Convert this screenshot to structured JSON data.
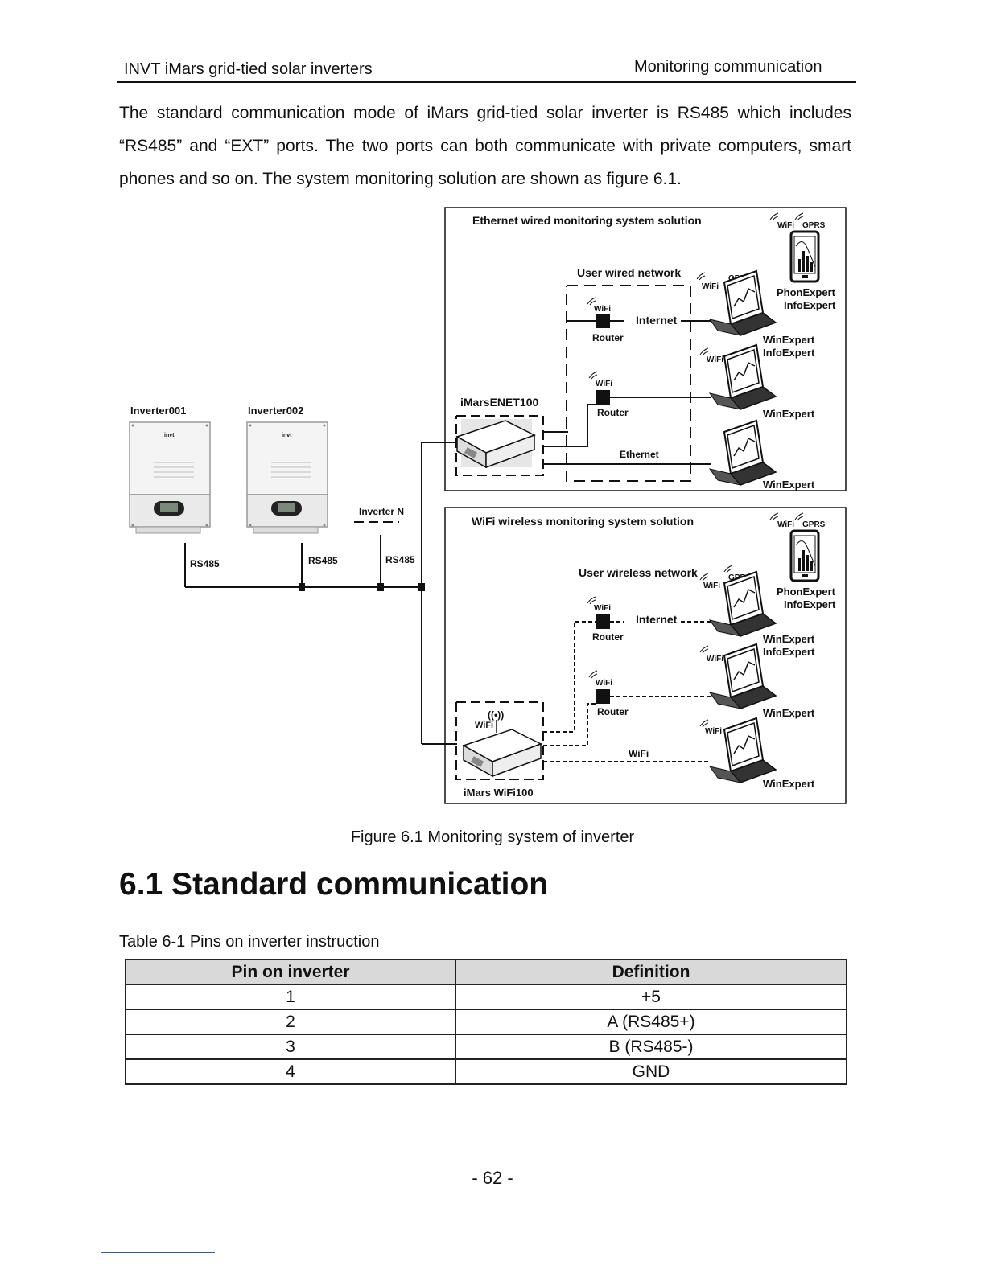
{
  "header": {
    "left": "INVT iMars  grid-tied solar inverters",
    "right": "Monitoring communication"
  },
  "intro": "The standard communication mode of iMars grid-tied solar inverter is RS485 which includes “RS485” and “EXT” ports. The two ports can both communicate with private computers, smart phones and so on. The system monitoring solution are shown as figure 6.1.",
  "figure": {
    "inverters": {
      "inv1": "Inverter001",
      "inv2": "Inverter002",
      "invN": "Inverter N",
      "brand": "invt",
      "rs485": "RS485"
    },
    "wired": {
      "title": "Ethernet wired monitoring system solution",
      "network": "User wired network",
      "internet": "Internet",
      "router": "Router",
      "device": "iMarsENET100",
      "ethernet": "Ethernet",
      "wifi": "WiFi",
      "gprs": "GPRS",
      "phone_app1": "PhonExpert",
      "phone_app2": "InfoExpert",
      "pc1_app1": "WinExpert",
      "pc1_app2": "InfoExpert",
      "pc2_app": "WinExpert",
      "pc3_app": "WinExpert"
    },
    "wireless": {
      "title": "WiFi wireless monitoring system solution",
      "network": "User wireless network",
      "internet": "Internet",
      "router": "Router",
      "device": "iMars WiFi100",
      "wifi": "WiFi",
      "gprs": "GPRS",
      "phone_app1": "PhonExpert",
      "phone_app2": "InfoExpert",
      "pc1_app1": "WinExpert",
      "pc1_app2": "InfoExpert",
      "pc2_app": "WinExpert",
      "pc3_app": "WinExpert"
    },
    "caption": "Figure 6.1 Monitoring system of inverter"
  },
  "section": {
    "heading": "6.1 Standard communication",
    "table_caption": "Table 6-1 Pins on inverter instruction",
    "table": {
      "headers": [
        "Pin on inverter",
        "Definition"
      ],
      "rows": [
        [
          "1",
          "+5"
        ],
        [
          "2",
          "A (RS485+)"
        ],
        [
          "3",
          "B (RS485-)"
        ],
        [
          "4",
          "GND"
        ]
      ]
    }
  },
  "page_number": "- 62 -"
}
